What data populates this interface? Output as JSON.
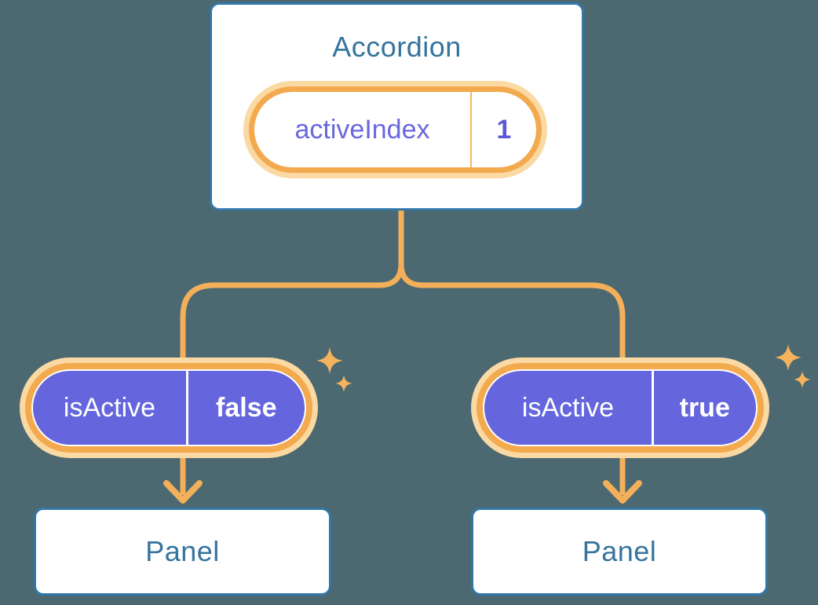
{
  "colors": {
    "background": "#4C6971",
    "box-border": "#3277A8",
    "box-text": "#35749E",
    "purple": "#6566DD",
    "purple-text": "#6A67DF",
    "purple-value": "#5B58D8",
    "ring": "#F3A94E",
    "halo": "#FBD9A3",
    "line": "#F3AF5A",
    "sparkle": "#F5B35E",
    "divider-orange": "#F5B761",
    "white": "#FFFFFF"
  },
  "accordion": {
    "title": "Accordion",
    "state": {
      "label": "activeIndex",
      "value": "1"
    }
  },
  "props": [
    {
      "label": "isActive",
      "value": "false"
    },
    {
      "label": "isActive",
      "value": "true"
    }
  ],
  "panels": [
    {
      "title": "Panel"
    },
    {
      "title": "Panel"
    }
  ]
}
